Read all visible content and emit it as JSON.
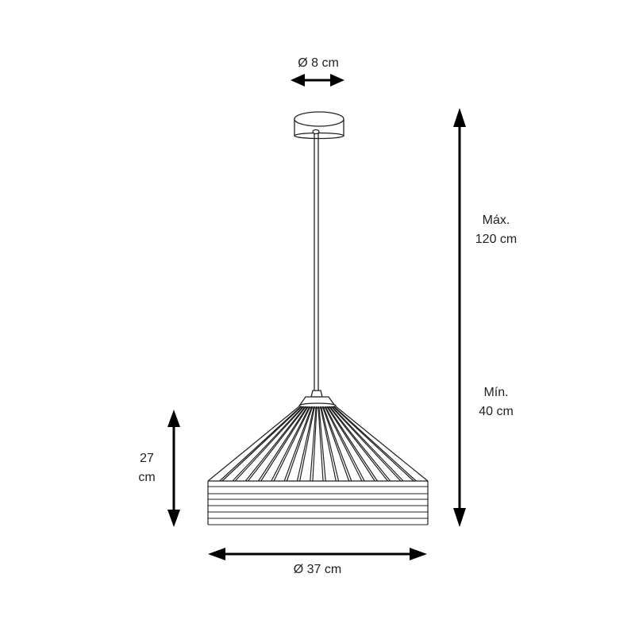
{
  "dimensions": {
    "canopy_diameter": "Ø 8 cm",
    "height_max": {
      "line1": "Máx.",
      "line2": "120 cm"
    },
    "height_min": {
      "line1": "Mín.",
      "line2": "40 cm"
    },
    "shade_height": {
      "line1": "27",
      "line2": "cm"
    },
    "shade_diameter": "Ø 37 cm"
  },
  "colors": {
    "line": "#222222",
    "arrow": "#000000",
    "background": "#ffffff"
  }
}
